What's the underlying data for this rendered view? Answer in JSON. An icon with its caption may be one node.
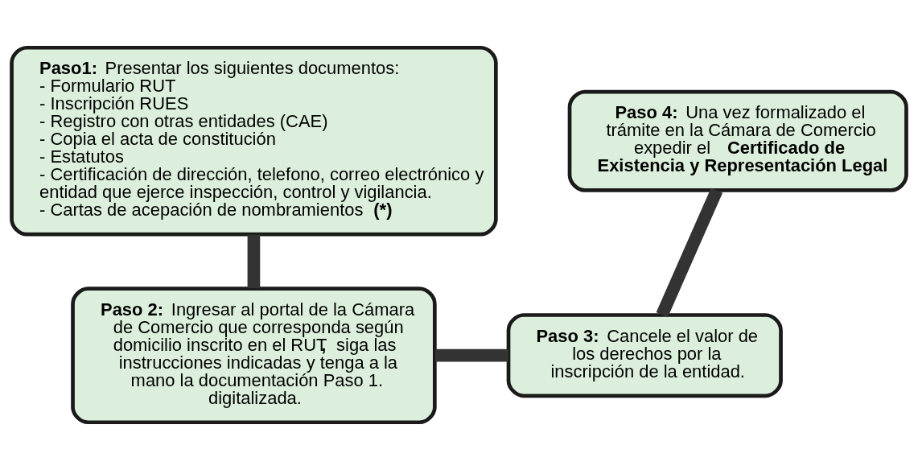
{
  "diagram": {
    "nodes": [
      {
        "text": [
          "**Paso1:** Presentar los siguientes documentos:",
          "- Formulario RUT",
          "- Inscripción RUES",
          "- Registro con otras entidades (CAE)",
          "- Copia el acta de constitución",
          "- Estatutos",
          "- Certificación de dirección, telefono, correo electrónico y entidad que ejerce inspección, control y vigilancia.",
          "- Cartas de acepación de nombramientos **(*)**"
        ]
      },
      {
        "text": [
          "**Paso 4:** Una vez formalizado el trámite en la Cámara de Comercio expedir el **Certificado de Existencia y Representación Legal**"
        ]
      },
      {
        "text": [
          "**Paso 2:** Ingresar al portal de la Cámara de Comercio que corresponda según domicilio inscrito en el RUT**,** siga las instrucciones indicadas y tenga a la mano la documentación Paso 1. digitalizada."
        ]
      },
      {
        "text": [
          "**Paso 3:** Cancele el valor de los derechos por la inscripción de la entidad."
        ]
      }
    ],
    "edges": [
      {
        "from": 0,
        "to": 2,
        "arrow": "none"
      },
      {
        "from": 2,
        "to": 3,
        "arrow": "none"
      },
      {
        "from": 3,
        "to": 1,
        "arrow": "none"
      }
    ]
  }
}
